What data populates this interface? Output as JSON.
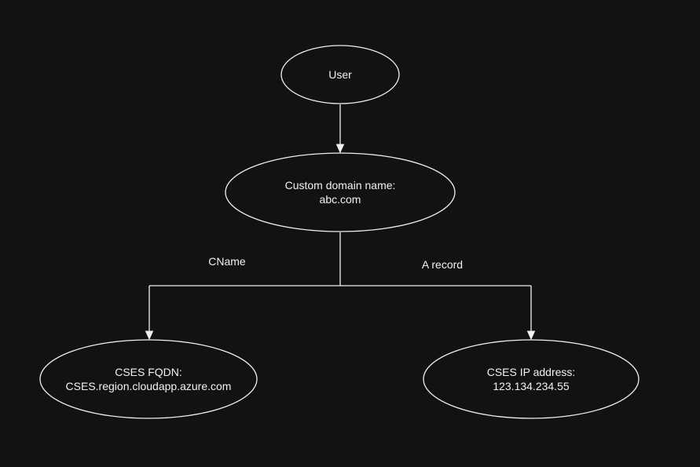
{
  "diagram": {
    "nodes": {
      "user": {
        "line1": "User"
      },
      "domain": {
        "line1": "Custom domain name:",
        "line2": "abc.com"
      },
      "fqdn": {
        "line1": "CSES FQDN:",
        "line2": "CSES.region.cloudapp.azure.com"
      },
      "ip": {
        "line1": "CSES IP address:",
        "line2": "123.134.234.55"
      }
    },
    "edge_labels": {
      "cname": "CName",
      "a_record": "A record"
    },
    "colors": {
      "background": "#121212",
      "stroke": "#f0f0f0",
      "text": "#f2f2f2"
    }
  }
}
